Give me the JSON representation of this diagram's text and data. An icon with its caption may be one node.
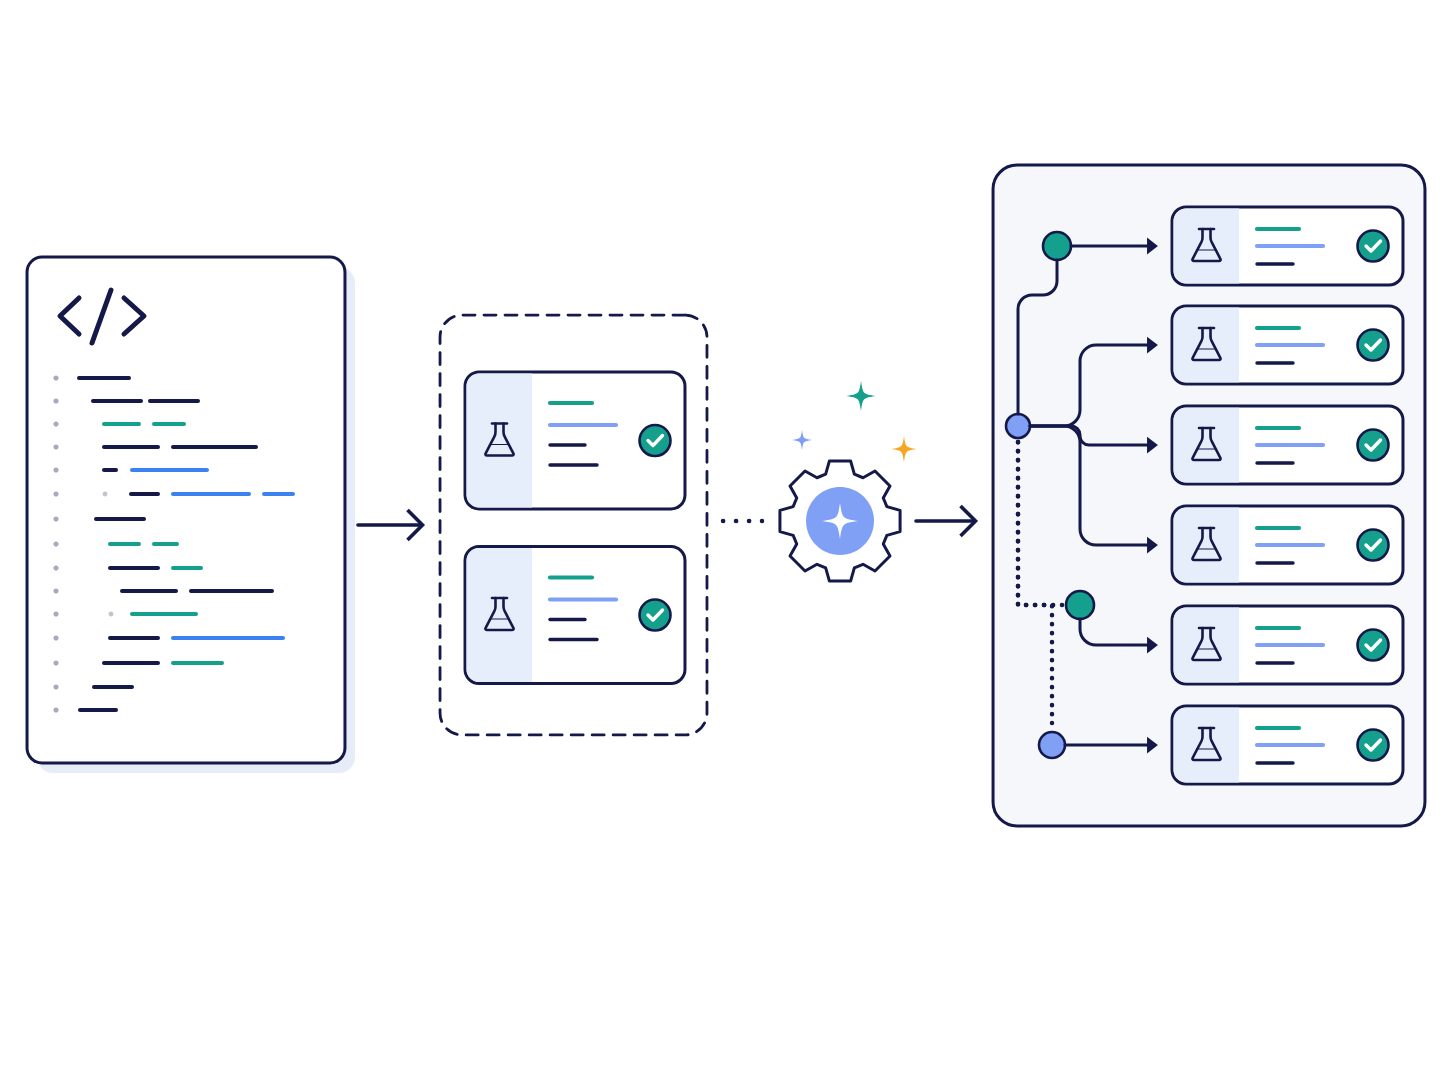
{
  "diagram": {
    "nodes": [
      {
        "text": [],
        "shape": "box"
      },
      {
        "text": [],
        "shape": "box"
      },
      {
        "text": [],
        "shape": "box",
        "in": 1
      },
      {
        "text": [],
        "shape": "box",
        "in": 1
      },
      {
        "text": [],
        "shape": "gear"
      },
      {
        "text": [],
        "shape": "box"
      },
      {
        "text": [],
        "shape": "box",
        "in": 5
      },
      {
        "text": [],
        "shape": "box",
        "in": 5
      },
      {
        "text": [],
        "shape": "box",
        "in": 5
      },
      {
        "text": [],
        "shape": "box",
        "in": 5
      },
      {
        "text": [],
        "shape": "box",
        "in": 5
      },
      {
        "text": [],
        "shape": "box",
        "in": 5
      },
      {
        "text": [],
        "shape": "circle",
        "in": 5
      },
      {
        "text": [],
        "shape": "circle",
        "in": 5
      },
      {
        "text": [],
        "shape": "circle",
        "in": 5
      },
      {
        "text": [],
        "shape": "circle",
        "in": 5
      }
    ],
    "edges": [
      {
        "from": 0,
        "to": 1,
        "arrow": "to"
      },
      {
        "from": 1,
        "to": 4,
        "arrow": "none",
        "style": "dashed"
      },
      {
        "from": 4,
        "to": 5,
        "arrow": "to"
      },
      {
        "from": 12,
        "to": 6,
        "arrow": "to"
      },
      {
        "from": 13,
        "to": 7,
        "arrow": "to"
      },
      {
        "from": 13,
        "to": 8,
        "arrow": "to"
      },
      {
        "from": 13,
        "to": 9,
        "arrow": "to"
      },
      {
        "from": 14,
        "to": 10,
        "arrow": "to"
      },
      {
        "from": 15,
        "to": 11,
        "arrow": "to"
      },
      {
        "from": 12,
        "to": 13,
        "arrow": "none"
      },
      {
        "from": 13,
        "to": 14,
        "arrow": "none",
        "style": "dashed"
      },
      {
        "from": 13,
        "to": 15,
        "arrow": "none",
        "style": "dashed"
      }
    ]
  }
}
